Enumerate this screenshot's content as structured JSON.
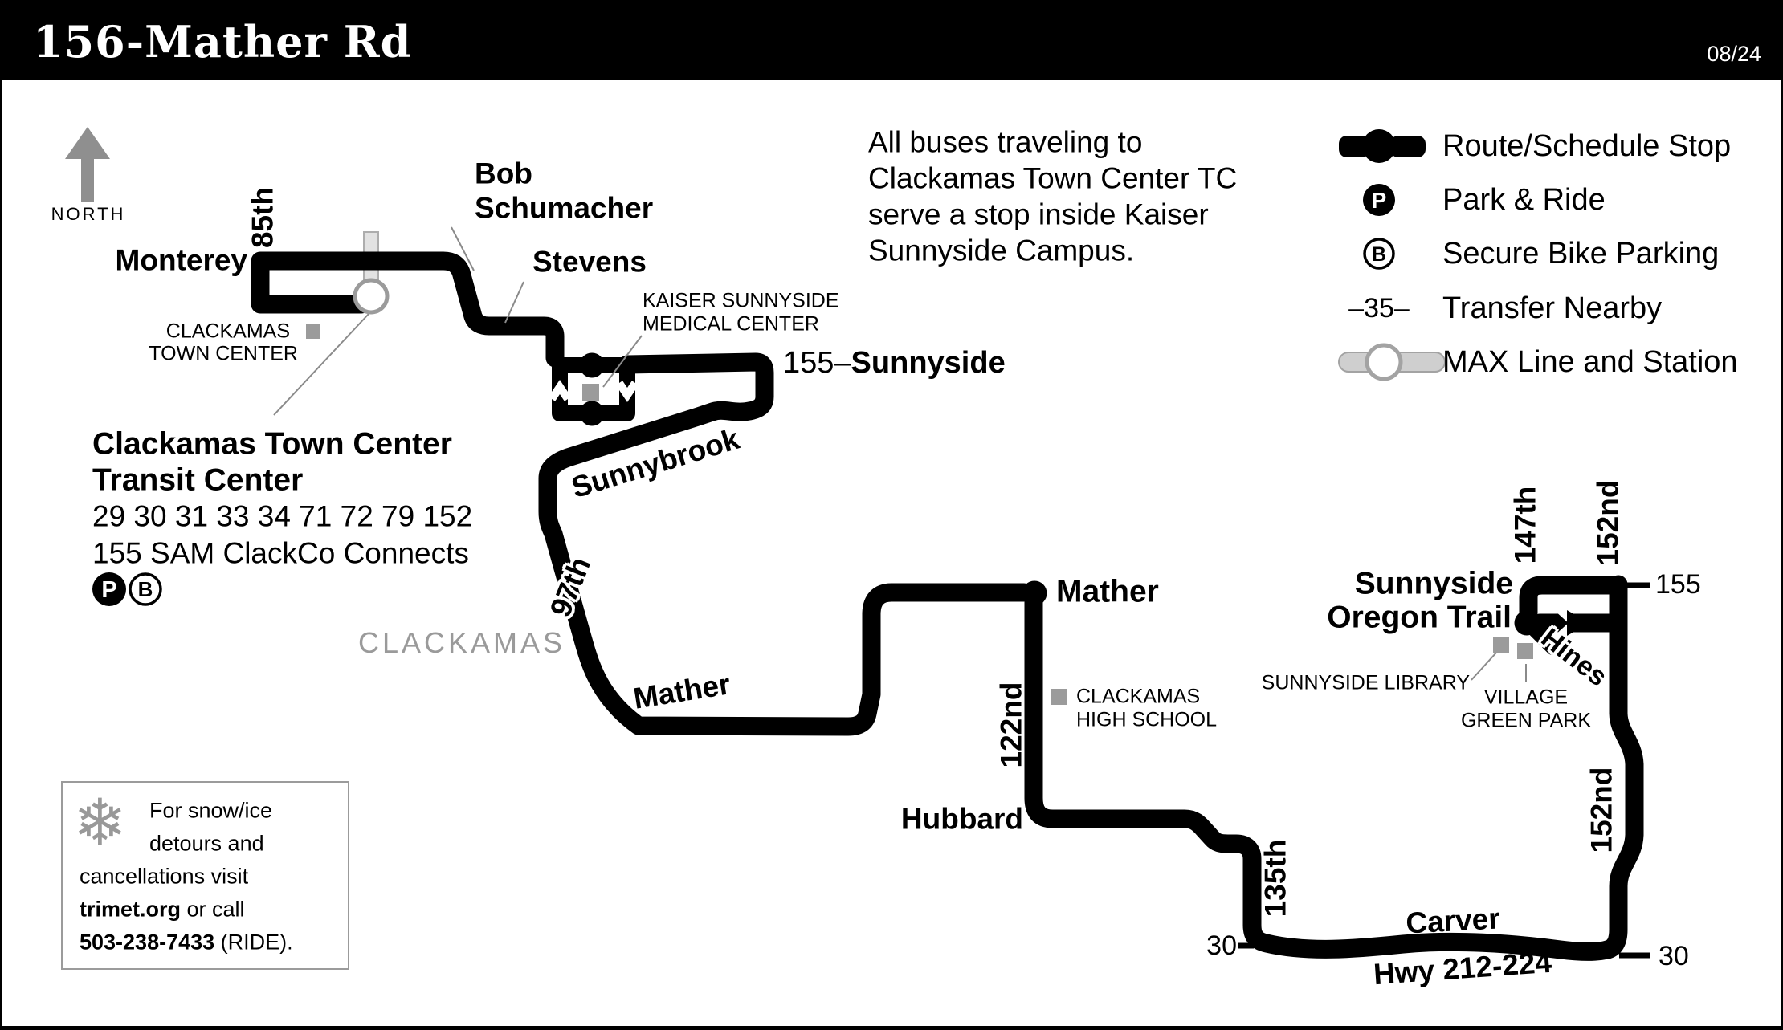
{
  "header": {
    "title": "156-Mather Rd",
    "date": "08/24"
  },
  "north": {
    "label": "NORTH"
  },
  "legend": {
    "items": [
      {
        "label": "Route/Schedule Stop"
      },
      {
        "label": "Park & Ride"
      },
      {
        "label": "Secure Bike Parking"
      },
      {
        "label": "Transfer Nearby"
      },
      {
        "label": "MAX Line and Station"
      }
    ],
    "transfer_sample": "–35–",
    "park_letter": "P",
    "bike_letter": "B"
  },
  "note": {
    "lines": [
      "All buses traveling to",
      "Clackamas Town Center TC",
      "serve a stop inside Kaiser",
      "Sunnyside Campus."
    ]
  },
  "streets": {
    "s85th": "85th",
    "monterey": "Monterey",
    "bob1": "Bob",
    "bob2": "Schumacher",
    "stevens": "Stevens",
    "sunnybrook": "Sunnybrook",
    "s97th": "97th",
    "mather": "Mather",
    "s122nd": "122nd",
    "hubbard": "Hubbard",
    "s135th": "135th",
    "carver": "Carver",
    "hwy": "Hwy 212-224",
    "s147th": "147th",
    "s152nd_top": "152nd",
    "s152nd_low": "152nd",
    "hines": "Hines"
  },
  "pois": {
    "mall1": "CLACKAMAS",
    "mall2": "TOWN CENTER",
    "kaiser1": "KAISER SUNNYSIDE",
    "kaiser2": "MEDICAL CENTER",
    "county": "CLACKAMAS",
    "highschool1": "CLACKAMAS",
    "highschool2": "HIGH SCHOOL",
    "library": "SUNNYSIDE LIBRARY",
    "village1": "VILLAGE",
    "village2": "GREEN PARK"
  },
  "stops": {
    "mather_stop": "Mather",
    "terminal1": "Sunnyside",
    "terminal2": "Oregon Trail"
  },
  "transfers": {
    "t155_num": "155–",
    "t155_street": "Sunnyside",
    "t155_right": "155",
    "t30_left": "30",
    "t30_right": "30"
  },
  "tc_block": {
    "line1": "Clackamas Town Center",
    "line2": "Transit Center",
    "routes1": "29 30 31 33 34 71 72 79 152",
    "routes2": "155 SAM ClackCo Connects",
    "park_letter": "P",
    "bike_letter": "B"
  },
  "snow": {
    "flake": "❄",
    "l1": "For snow/ice",
    "l2": "detours and",
    "l3": "cancellations visit",
    "l4a": "trimet.org",
    "l4b": " or call",
    "l5a": "503-238-7433",
    "l5b": " (RIDE)."
  },
  "colors": {
    "route": "#000000",
    "marker_gray": "#9b9b9b",
    "max_gray": "#c9c9c9",
    "county_gray": "#9a9a9a"
  }
}
